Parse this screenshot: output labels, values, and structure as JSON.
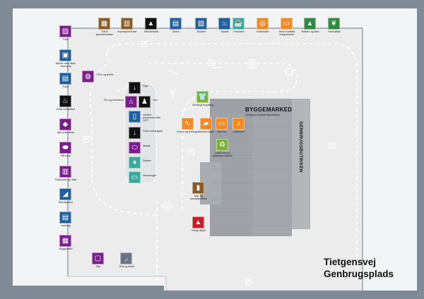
{
  "map_title": {
    "line1": "Tietgensvej",
    "line2": "Genbrugsplads"
  },
  "buildings": {
    "byggemarked": "BYGGEMARKED",
    "byggemarked_sub": "(indgang fra genbrugspladsen)",
    "genbrugsbutikken": "GENBRUGSBUTIKKEN"
  },
  "parking_label": "P",
  "stations": [
    {
      "id": "trae-genanvendelse",
      "label": "Træ til genanvendelse",
      "color": "#8b5a2b",
      "glyph": "▦"
    },
    {
      "id": "imp-trae",
      "label": "Imprægneret træ",
      "color": "#8b5a2b",
      "glyph": "▥"
    },
    {
      "id": "sten-keramik-top",
      "label": "Sten/keramik",
      "color": "#111111",
      "glyph": "▲"
    },
    {
      "id": "beton",
      "label": "Beton",
      "color": "#1f5f9e",
      "glyph": "▤"
    },
    {
      "id": "brokker",
      "label": "Brokker",
      "color": "#1f5f9e",
      "glyph": "▧"
    },
    {
      "id": "sanitet",
      "label": "Sanitet",
      "color": "#1f5f9e",
      "glyph": "♨"
    },
    {
      "id": "porcelaen",
      "label": "Porcelæn",
      "color": "#3aa89a",
      "glyph": "☕"
    },
    {
      "id": "kabelrullere",
      "label": "Kabelruller",
      "color": "#f08a24",
      "glyph": "◎"
    },
    {
      "id": "store-kval",
      "label": "Store kvalitets integrateptter",
      "color": "#f08a24",
      "glyph": "▭"
    },
    {
      "id": "rodder-stod",
      "label": "Rødder og stød",
      "color": "#2e8a3e",
      "glyph": "▲"
    },
    {
      "id": "haveaffald",
      "label": "Haveaffald",
      "color": "#2e8a3e",
      "glyph": "❦"
    },
    {
      "id": "folie",
      "label": "Folie",
      "color": "#7a1d8c",
      "glyph": "▨"
    },
    {
      "id": "bloeder",
      "label": "Bløder med døde dæmning",
      "color": "#1f5f9e",
      "glyph": "▣"
    },
    {
      "id": "papir",
      "label": "Papir",
      "color": "#1f5f9e",
      "glyph": "▤"
    },
    {
      "id": "smaa-braendbart",
      "label": "Småt brændbart",
      "color": "#111111",
      "glyph": "♨"
    },
    {
      "id": "ikke-braendbart",
      "label": "Ikke-brændbart",
      "color": "#7a1d8c",
      "glyph": "◆"
    },
    {
      "id": "hard-pvc",
      "label": "Hård pvc",
      "color": "#7a1d8c",
      "glyph": "⬬"
    },
    {
      "id": "plastposer",
      "label": "Plastposer og -folie",
      "color": "#7a1d8c",
      "glyph": "▥"
    },
    {
      "id": "eternit",
      "label": "Eternitplader",
      "color": "#1f5f9e",
      "glyph": "◢"
    },
    {
      "id": "isolering",
      "label": "Isolering",
      "color": "#1f5f9e",
      "glyph": "▤"
    },
    {
      "id": "byggeaffald",
      "label": "Byggeaffald",
      "color": "#7a1d8c",
      "glyph": "▦"
    },
    {
      "id": "cd-dvd",
      "label": "CD'er og dvd'er",
      "color": "#7a1d8c",
      "glyph": "◍"
    },
    {
      "id": "gips",
      "label": "Gips",
      "color": "#111111",
      "glyph": "↓"
    },
    {
      "id": "pvc-hovedrum",
      "label": "Pvc og hovedrum",
      "color": "#7a1d8c",
      "glyph": "⌂"
    },
    {
      "id": "jern",
      "label": "Jern",
      "color": "#111111",
      "glyph": "♟"
    },
    {
      "id": "vinduer",
      "label": "Vinduer produceret efter 1977",
      "color": "#1f5f9e",
      "glyph": "▯"
    },
    {
      "id": "flad-vinduesglas",
      "label": "Fladt vinduesglas",
      "color": "#111111",
      "glyph": "↓"
    },
    {
      "id": "metalk",
      "label": "Metalk",
      "color": "#7a1d8c",
      "glyph": "⬭"
    },
    {
      "id": "flasker",
      "label": "Flasker",
      "color": "#3aa89a",
      "glyph": "♦"
    },
    {
      "id": "varmeregler",
      "label": "Varmeregler",
      "color": "#3aa89a",
      "glyph": "▭"
    },
    {
      "id": "pap",
      "label": "Pap",
      "color": "#7a1d8c",
      "glyph": "▢"
    },
    {
      "id": "jern-metal",
      "label": "Jern og metal",
      "color": "#6a7480",
      "glyph": "◞"
    },
    {
      "id": "tekstil",
      "label": "Genbrug til golfbag",
      "color": "#79b33a",
      "glyph": "👕"
    },
    {
      "id": "kabler-ledninger",
      "label": "Kabler og ledninger",
      "color": "#f08a24",
      "glyph": "∿"
    },
    {
      "id": "sekotte",
      "label": "Sekotte poster",
      "color": "#f08a24",
      "glyph": "▰"
    },
    {
      "id": "skarme",
      "label": "Skærme",
      "color": "#f08a24",
      "glyph": "▭"
    },
    {
      "id": "elektronik",
      "label": "Elektronik",
      "color": "#f08a24",
      "glyph": "♪"
    },
    {
      "id": "indlevering",
      "label": "Indlevering af genbrugs-boltene",
      "color": "#79b33a",
      "glyph": "♻"
    },
    {
      "id": "maling",
      "label": "Mal- og kemikalieaffald",
      "color": "#8b5a2b",
      "glyph": "▮"
    },
    {
      "id": "farligt",
      "label": "Farligt affald",
      "color": "#c81e2a",
      "glyph": "▲"
    }
  ]
}
